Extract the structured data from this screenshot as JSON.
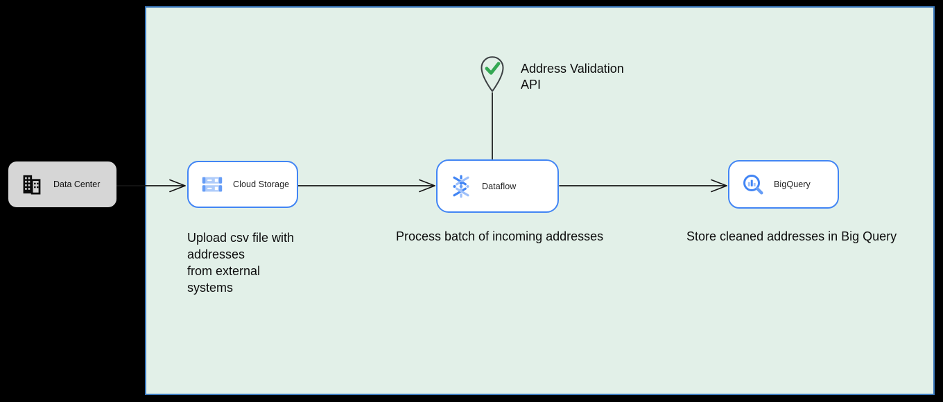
{
  "diagram": {
    "type": "cloud-architecture-flow",
    "boundary": {
      "fill": "#e2f0e8",
      "border_color": "#3b79bd"
    },
    "colors": {
      "google_blue": "#4285f4",
      "mid_blue": "#669df6",
      "light_blue": "#aecbfa",
      "check_green": "#34a853",
      "node_gray": "#d6d6d6",
      "line_black": "#141414"
    },
    "nodes": {
      "data_center": {
        "label": "Data Center",
        "icon": "building-icon"
      },
      "cloud_storage": {
        "label": "Cloud Storage",
        "icon": "cloud-storage-icon",
        "note": "Upload csv file with\naddresses\nfrom external\nsystems"
      },
      "dataflow": {
        "label": "Dataflow",
        "icon": "dataflow-icon",
        "note": "Process batch of incoming addresses"
      },
      "bigquery": {
        "label": "BigQuery",
        "icon": "bigquery-icon",
        "note": "Store cleaned addresses in Big Query"
      },
      "address_validation": {
        "label": "Address Validation\nAPI",
        "icon": "location-pin-check-icon"
      }
    },
    "edges": [
      {
        "from": "data_center",
        "to": "cloud_storage",
        "arrow": true
      },
      {
        "from": "cloud_storage",
        "to": "dataflow",
        "arrow": true
      },
      {
        "from": "dataflow",
        "to": "bigquery",
        "arrow": true
      },
      {
        "from": "address_validation",
        "to": "dataflow",
        "arrow": false
      }
    ]
  }
}
